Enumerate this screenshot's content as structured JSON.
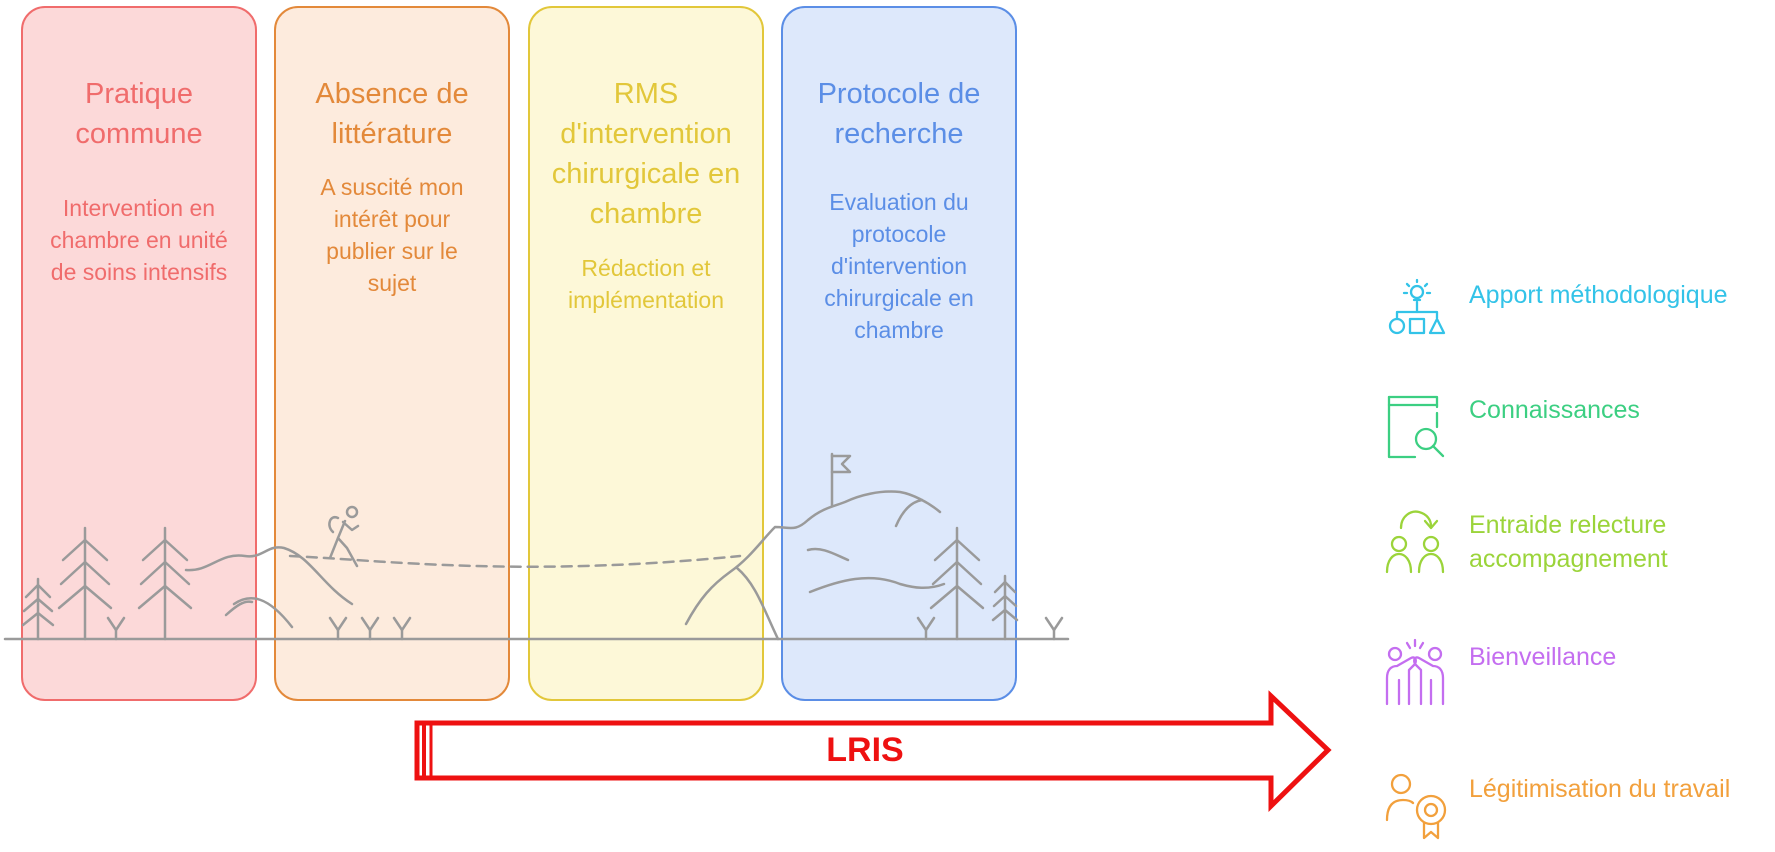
{
  "stages": [
    {
      "title": "Pratique commune",
      "description": "Intervention en chambre en unité de soins intensifs",
      "color": "#f06c6c",
      "bg": "#fcd9d9"
    },
    {
      "title": "Absence de littérature",
      "description": "A suscité mon intérêt pour publier sur le sujet",
      "color": "#e3893a",
      "bg": "#fdebdd"
    },
    {
      "title": "RMS d'intervention chirurgicale en chambre",
      "description": "Rédaction et implémentation",
      "color": "#e2c73a",
      "bg": "#fdf8d8"
    },
    {
      "title": "Protocole de recherche",
      "description": "Evaluation du protocole d'intervention chirurgicale en chambre",
      "color": "#5b8ee6",
      "bg": "#dde8fb"
    }
  ],
  "arrow": {
    "label": "LRIS",
    "color": "#ee1111"
  },
  "benefits": [
    {
      "label": "Apport méthodologique",
      "icon": "methodology-icon",
      "color": "#33c3e8"
    },
    {
      "label": "Connaissances",
      "icon": "book-search-icon",
      "color": "#3ccf82"
    },
    {
      "label": "Entraide relecture accompagnement",
      "icon": "mutual-help-icon",
      "color": "#9bd43a"
    },
    {
      "label": "Bienveillance",
      "icon": "high-five-icon",
      "color": "#c46ef0"
    },
    {
      "label": "Légitimisation du travail",
      "icon": "person-award-icon",
      "color": "#f2a03c"
    }
  ]
}
